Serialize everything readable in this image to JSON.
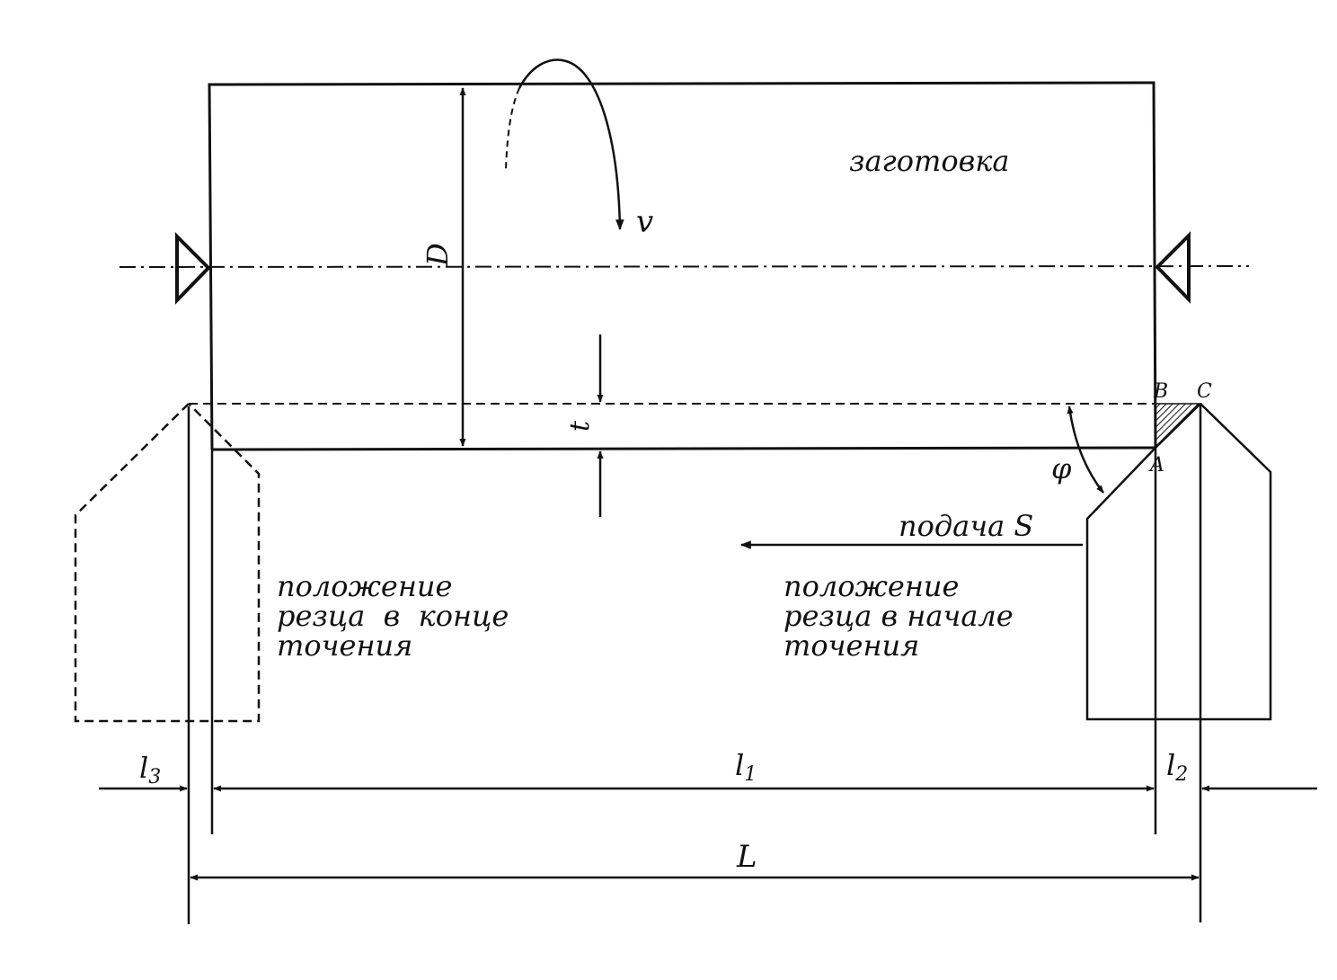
{
  "labels": {
    "workpiece": "заготовка",
    "velocity": "v",
    "diameter": "D",
    "depth": "t",
    "feed": "подача S",
    "angle": "φ",
    "point_a": "A",
    "point_b": "B",
    "point_c": "C",
    "end_position": [
      "положение",
      "резца  в  конце",
      "точения"
    ],
    "start_position": [
      "положение",
      "резца в начале",
      "точения"
    ],
    "l3": "l3",
    "l1": "l1",
    "l2": "l2",
    "total_length": "L"
  }
}
